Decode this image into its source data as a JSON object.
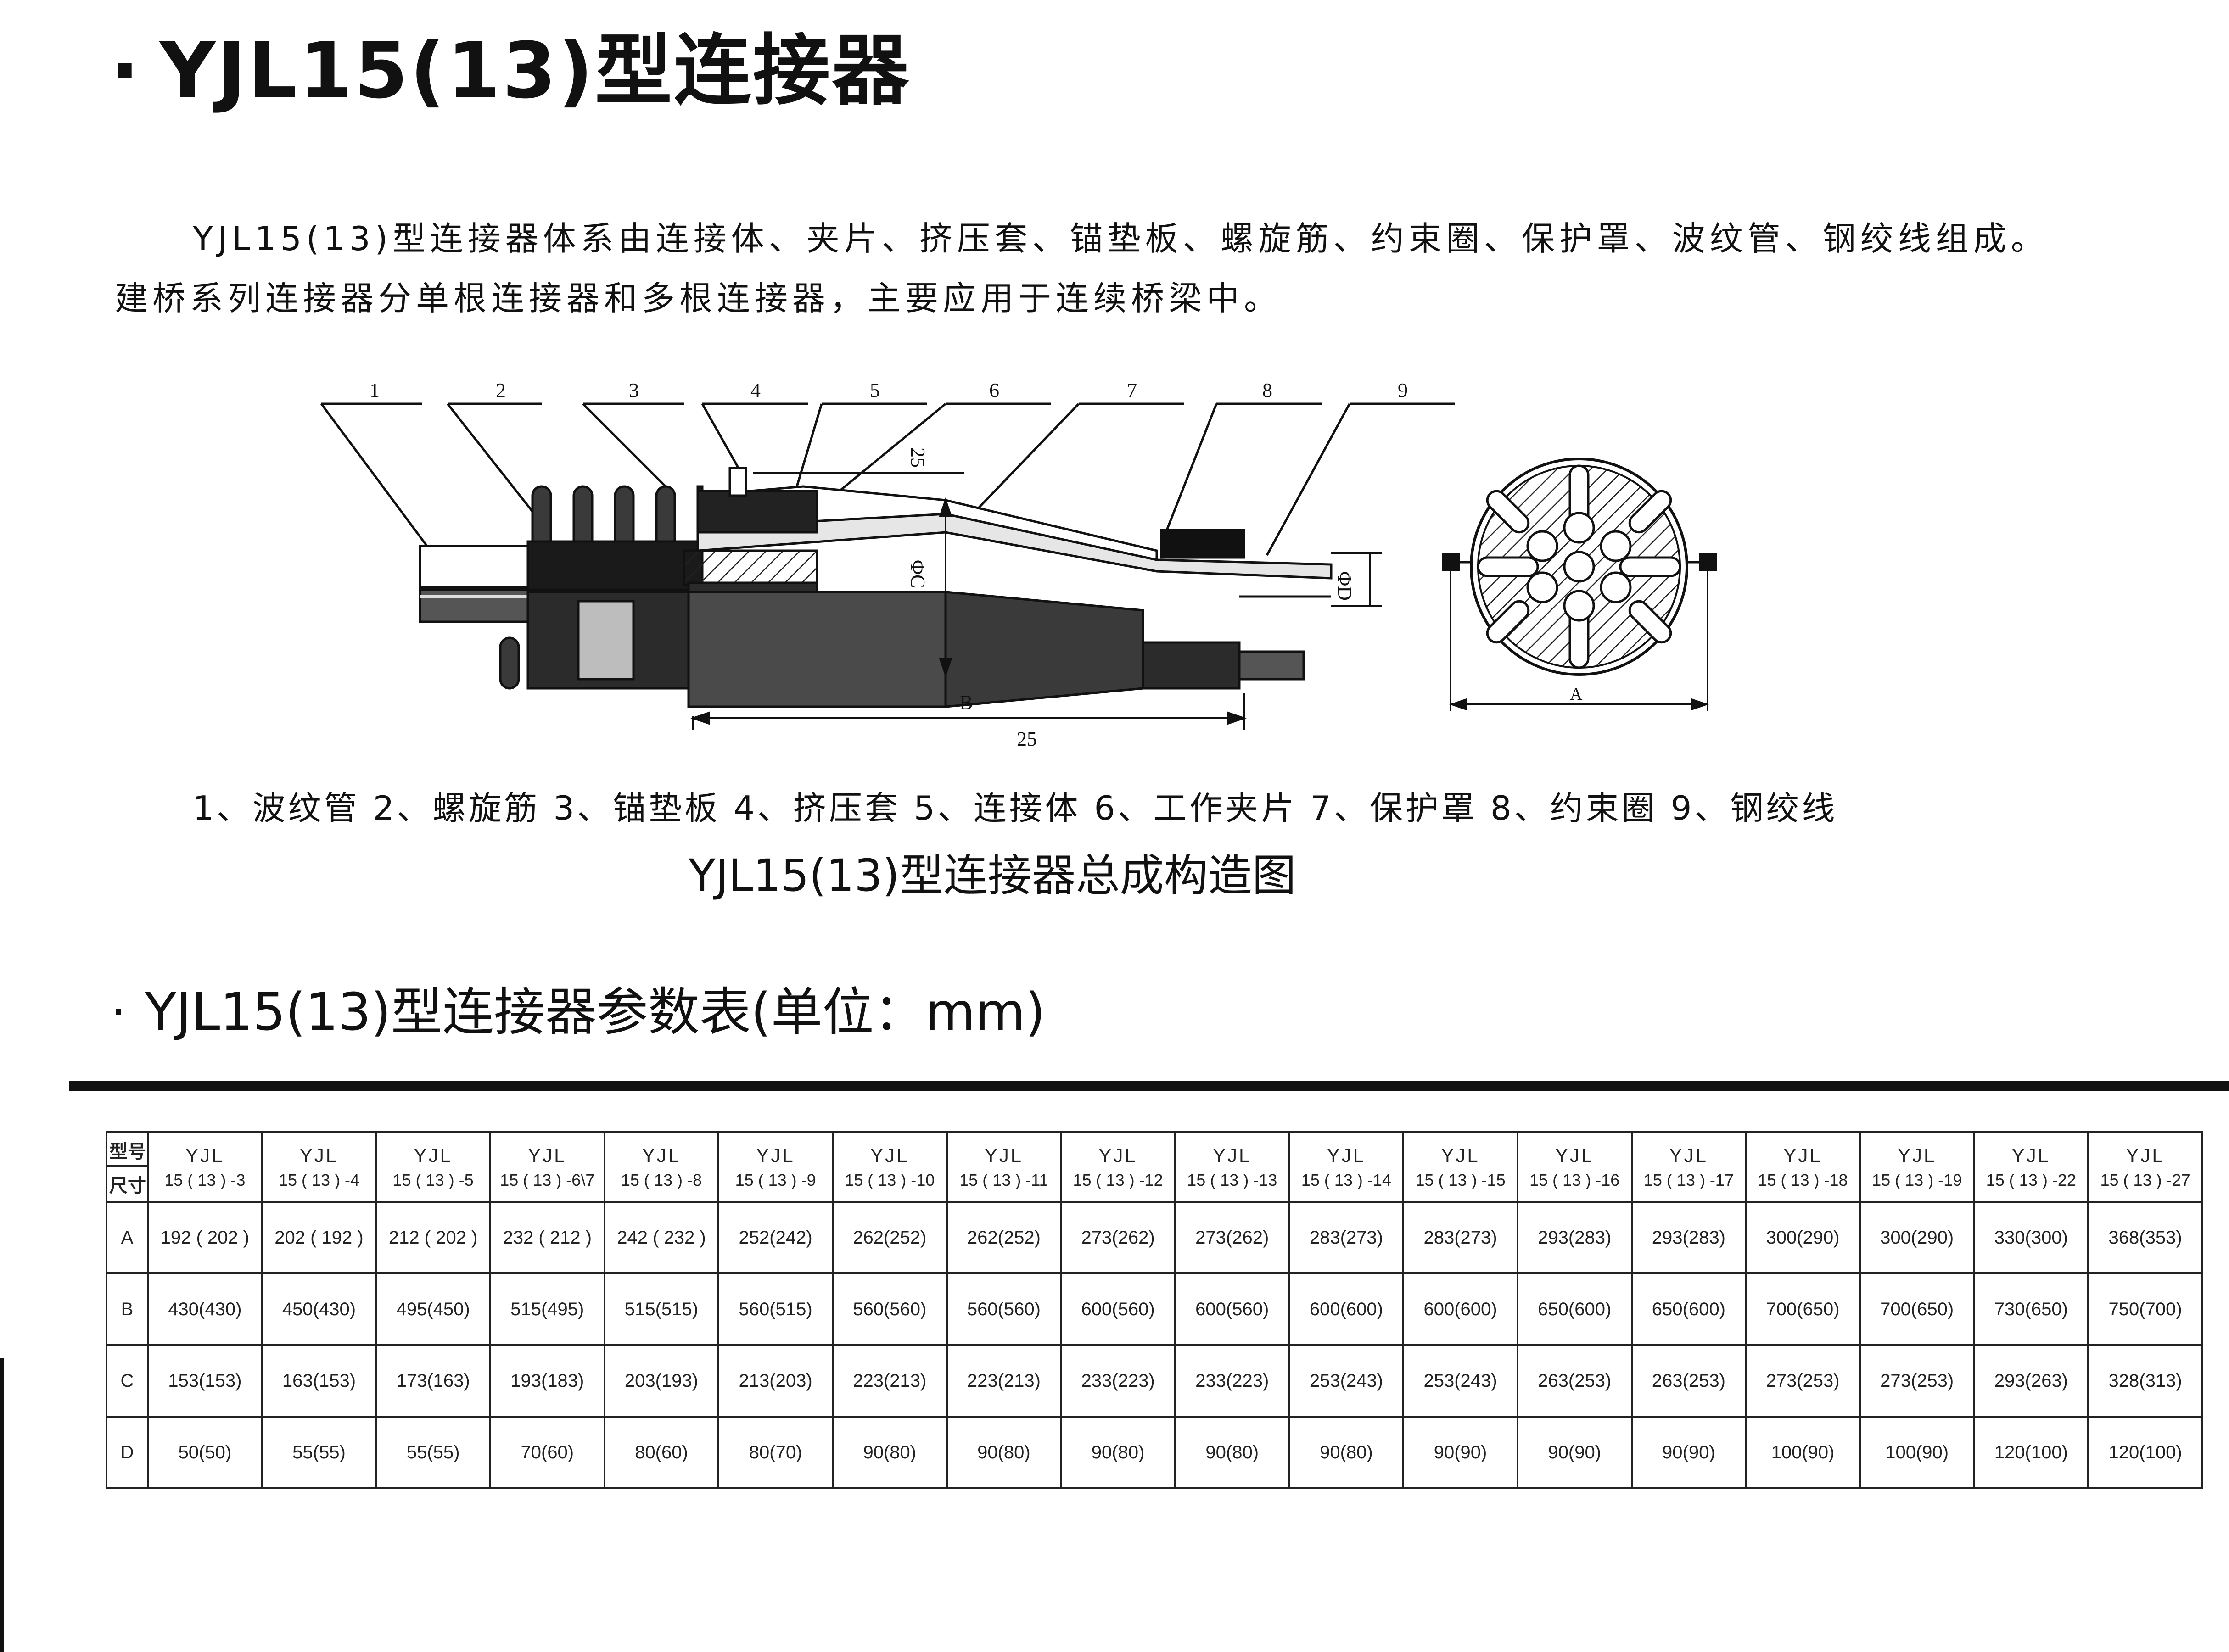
{
  "title": "YJL15(13)型连接器",
  "bullet": "·",
  "intro": {
    "line1": "YJL15(13)型连接器体系由连接体、夹片、挤压套、锚垫板、螺旋筋、约束圈、保护罩、波纹管、钢绞线组成。",
    "line2": "建桥系列连接器分单根连接器和多根连接器，主要应用于连续桥梁中。"
  },
  "figure": {
    "callouts": [
      "1",
      "2",
      "3",
      "4",
      "5",
      "6",
      "7",
      "8",
      "9"
    ],
    "dims": {
      "top25": "25",
      "phiC": "ΦC",
      "phiD": "ΦD",
      "B": "B",
      "bottom25": "25",
      "A": "A"
    },
    "legend": "1、波纹管 2、螺旋筋 3、锚垫板 4、挤压套 5、连接体 6、工作夹片 7、保护罩 8、约束圈 9、钢绞线",
    "caption": "YJL15(13)型连接器总成构造图"
  },
  "table_title": "YJL15(13)型连接器参数表(单位：mm)",
  "table": {
    "corner_top": "型号",
    "corner_bottom": "尺寸",
    "model_prefix": "YJL",
    "models": [
      "15 ( 13 ) -3",
      "15 ( 13 ) -4",
      "15 ( 13 ) -5",
      "15 ( 13 ) -6\\7",
      "15 ( 13 ) -8",
      "15 ( 13 ) -9",
      "15 ( 13 ) -10",
      "15 ( 13 ) -11",
      "15 ( 13 ) -12",
      "15 ( 13 ) -13",
      "15 ( 13 ) -14",
      "15 ( 13 ) -15",
      "15 ( 13 ) -16",
      "15 ( 13 ) -17",
      "15 ( 13 ) -18",
      "15 ( 13 ) -19",
      "15 ( 13 ) -22",
      "15 ( 13 ) -27"
    ],
    "rows": [
      {
        "label": "A",
        "values": [
          "192 ( 202 )",
          "202 ( 192 )",
          "212 ( 202 )",
          "232 ( 212 )",
          "242 ( 232 )",
          "252(242)",
          "262(252)",
          "262(252)",
          "273(262)",
          "273(262)",
          "283(273)",
          "283(273)",
          "293(283)",
          "293(283)",
          "300(290)",
          "300(290)",
          "330(300)",
          "368(353)"
        ]
      },
      {
        "label": "B",
        "values": [
          "430(430)",
          "450(430)",
          "495(450)",
          "515(495)",
          "515(515)",
          "560(515)",
          "560(560)",
          "560(560)",
          "600(560)",
          "600(560)",
          "600(600)",
          "600(600)",
          "650(600)",
          "650(600)",
          "700(650)",
          "700(650)",
          "730(650)",
          "750(700)"
        ]
      },
      {
        "label": "C",
        "values": [
          "153(153)",
          "163(153)",
          "173(163)",
          "193(183)",
          "203(193)",
          "213(203)",
          "223(213)",
          "223(213)",
          "233(223)",
          "233(223)",
          "253(243)",
          "253(243)",
          "263(253)",
          "263(253)",
          "273(253)",
          "273(253)",
          "293(263)",
          "328(313)"
        ]
      },
      {
        "label": "D",
        "values": [
          "50(50)",
          "55(55)",
          "55(55)",
          "70(60)",
          "80(60)",
          "80(70)",
          "90(80)",
          "90(80)",
          "90(80)",
          "90(80)",
          "90(80)",
          "90(90)",
          "90(90)",
          "90(90)",
          "100(90)",
          "100(90)",
          "120(100)",
          "120(100)"
        ]
      }
    ]
  }
}
